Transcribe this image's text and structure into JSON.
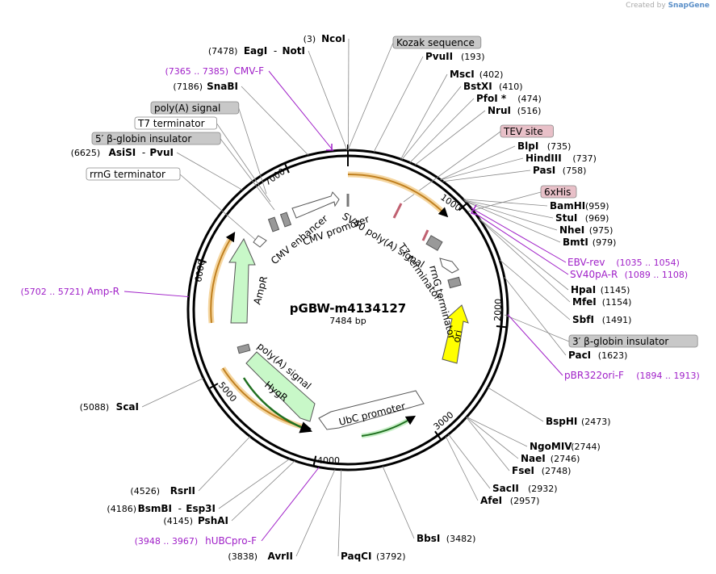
{
  "credit": {
    "prefix": "Created by",
    "brand": "SnapGene"
  },
  "plasmid": {
    "name": "pGBW-m4134127",
    "length": "7484 bp"
  },
  "ticks": [
    "1000",
    "2000",
    "3000",
    "4000",
    "5000",
    "6000",
    "7000"
  ],
  "enzymes": [
    {
      "name": "NcoI",
      "pos": "(3)"
    },
    {
      "name": "EagI",
      "pos": "(7478)",
      "sep": "-",
      "name2": "NotI"
    },
    {
      "name": "SnaBI",
      "pos": "(7186)"
    },
    {
      "name": "AsiSI",
      "pos": "(6625)",
      "sep": "-",
      "name2": "PvuI"
    },
    {
      "name": "PvuII",
      "pos": "(193)"
    },
    {
      "name": "MscI",
      "pos": "(402)"
    },
    {
      "name": "BstXI",
      "pos": "(410)"
    },
    {
      "name": "PfoI *",
      "pos": "(474)"
    },
    {
      "name": "NruI",
      "pos": "(516)"
    },
    {
      "name": "BlpI",
      "pos": "(735)"
    },
    {
      "name": "HindIII",
      "pos": "(737)"
    },
    {
      "name": "PasI",
      "pos": "(758)"
    },
    {
      "name": "BamHI",
      "pos": "(959)"
    },
    {
      "name": "StuI",
      "pos": "(969)"
    },
    {
      "name": "NheI",
      "pos": "(975)"
    },
    {
      "name": "BmtI",
      "pos": "(979)"
    },
    {
      "name": "HpaI",
      "pos": "(1145)"
    },
    {
      "name": "MfeI",
      "pos": "(1154)"
    },
    {
      "name": "SbfI",
      "pos": "(1491)"
    },
    {
      "name": "PacI",
      "pos": "(1623)"
    },
    {
      "name": "BspHI",
      "pos": "(2473)"
    },
    {
      "name": "NgoMIV",
      "pos": "(2744)"
    },
    {
      "name": "NaeI",
      "pos": "(2746)"
    },
    {
      "name": "FseI",
      "pos": "(2748)"
    },
    {
      "name": "SacII",
      "pos": "(2932)"
    },
    {
      "name": "AfeI",
      "pos": "(2957)"
    },
    {
      "name": "BbsI",
      "pos": "(3482)"
    },
    {
      "name": "PaqCI",
      "pos": "(3792)"
    },
    {
      "name": "AvrII",
      "pos": "(3838)"
    },
    {
      "name": "PshAI",
      "pos": "(4145)"
    },
    {
      "name": "BsmBI",
      "pos": "(4186)",
      "sep": "-",
      "name2": "Esp3I"
    },
    {
      "name": "RsrII",
      "pos": "(4526)"
    },
    {
      "name": "ScaI",
      "pos": "(5088)"
    }
  ],
  "primers": [
    {
      "name": "CMV-F",
      "range": "(7365 .. 7385)"
    },
    {
      "name": "EBV-rev",
      "range": "(1035 .. 1054)"
    },
    {
      "name": "SV40pA-R",
      "range": "(1089 .. 1108)"
    },
    {
      "name": "pBR322ori-F",
      "range": "(1894 .. 1913)"
    },
    {
      "name": "hUBCpro-F",
      "range": "(3948 .. 3967)"
    },
    {
      "name": "Amp-R",
      "range": "(5702 .. 5721)"
    }
  ],
  "boxed_features": [
    {
      "label": "Kozak sequence",
      "color": "#c8c8c8"
    },
    {
      "label": "poly(A) signal",
      "color": "#c8c8c8"
    },
    {
      "label": "T7 terminator",
      "color": "#ffffff"
    },
    {
      "label": "5′ β-globin insulator",
      "color": "#c8c8c8"
    },
    {
      "label": "rrnG terminator",
      "color": "#ffffff"
    },
    {
      "label": "TEV site",
      "color": "#e8c0c8"
    },
    {
      "label": "6xHis",
      "color": "#e8c0c8"
    },
    {
      "label": "3′ β-globin insulator",
      "color": "#c8c8c8"
    }
  ],
  "inner_labels": {
    "sv40_polya": "SV40 poly(A) signal",
    "t7_term": "T7 terminator",
    "rrng_term": "rrnG terminator",
    "cmv_enh": "CMV enhancer",
    "cmv_prom": "CMV promoter",
    "ampr": "AmpR",
    "polya2": "poly(A) signal",
    "hygr": "HygR",
    "ubc": "UbC promoter",
    "ori": "ori"
  },
  "colors": {
    "primer": "#a020c8",
    "orange_feature": "#e8a030",
    "green_cds": "#c8f0c8",
    "ori": "#ffff00"
  }
}
